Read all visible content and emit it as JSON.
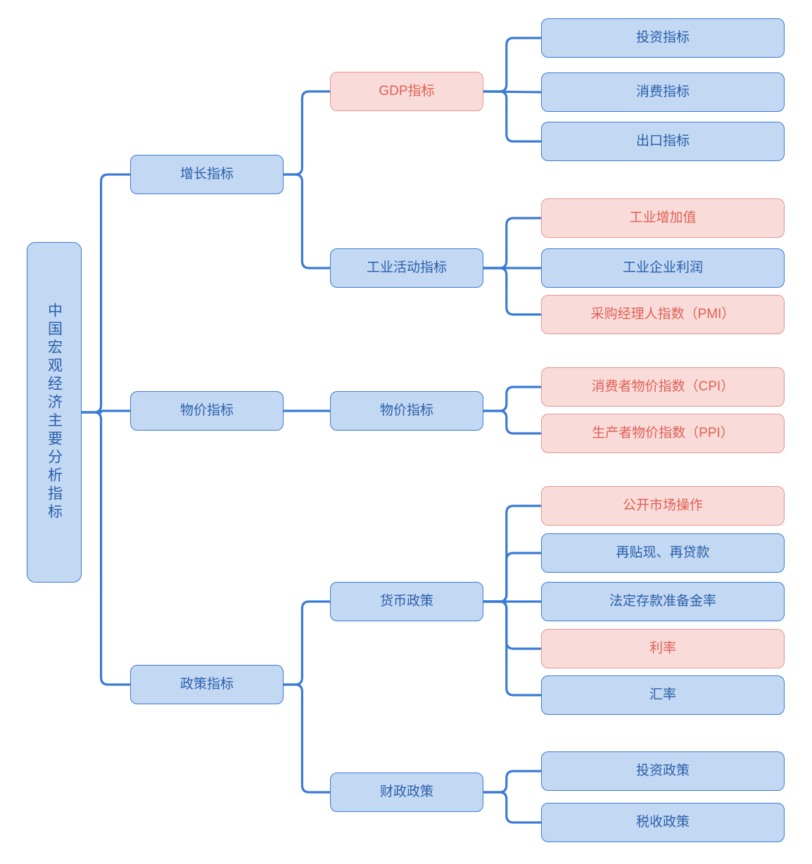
{
  "diagram": {
    "title": "中国宏观经济主要分析指标",
    "type": "mind-map",
    "colors": {
      "blue_fill": "#c3d8f2",
      "blue_border": "#3a7bd5",
      "blue_text": "#2a5fab",
      "pink_fill": "#f9dcd9",
      "pink_border": "#e8948c",
      "pink_text": "#e06055",
      "connector": "#3a7bd5",
      "background": "#ffffff"
    },
    "root": {
      "label": "中国宏观经济主要分析指标",
      "style": "blue",
      "orientation": "vertical"
    },
    "branches": [
      {
        "label": "增长指标",
        "style": "blue",
        "children": [
          {
            "label": "GDP指标",
            "style": "pink",
            "children": [
              {
                "label": "投资指标",
                "style": "blue"
              },
              {
                "label": "消费指标",
                "style": "blue"
              },
              {
                "label": "出口指标",
                "style": "blue"
              }
            ]
          },
          {
            "label": "工业活动指标",
            "style": "blue",
            "children": [
              {
                "label": "工业增加值",
                "style": "pink"
              },
              {
                "label": "工业企业利润",
                "style": "blue"
              },
              {
                "label": "采购经理人指数（PMI）",
                "style": "pink"
              }
            ]
          }
        ]
      },
      {
        "label": "物价指标",
        "style": "blue",
        "children": [
          {
            "label": "物价指标",
            "style": "blue",
            "children": [
              {
                "label": "消费者物价指数（CPI）",
                "style": "pink"
              },
              {
                "label": "生产者物价指数（PPI）",
                "style": "pink"
              }
            ]
          }
        ]
      },
      {
        "label": "政策指标",
        "style": "blue",
        "children": [
          {
            "label": "货币政策",
            "style": "blue",
            "children": [
              {
                "label": "公开市场操作",
                "style": "pink"
              },
              {
                "label": "再贴现、再贷款",
                "style": "blue"
              },
              {
                "label": "法定存款准备金率",
                "style": "blue"
              },
              {
                "label": "利率",
                "style": "pink"
              },
              {
                "label": "汇率",
                "style": "blue"
              }
            ]
          },
          {
            "label": "财政政策",
            "style": "blue",
            "children": [
              {
                "label": "投资政策",
                "style": "blue"
              },
              {
                "label": "税收政策",
                "style": "blue"
              }
            ]
          }
        ]
      }
    ]
  }
}
